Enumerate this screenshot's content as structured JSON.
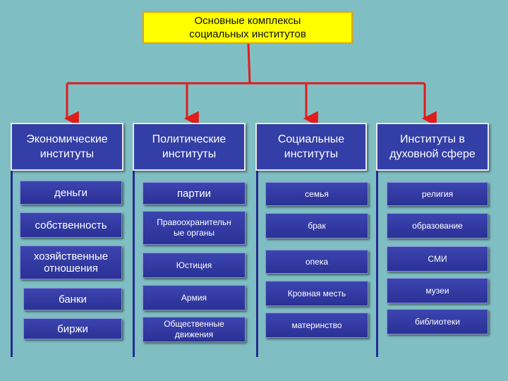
{
  "root": {
    "line1": "Основные комплексы",
    "line2": "социальных институтов"
  },
  "columns": [
    {
      "header1": "Экономические",
      "header2": "институты",
      "items": [
        {
          "l1": "деньги",
          "l2": ""
        },
        {
          "l1": "собственность",
          "l2": ""
        },
        {
          "l1": "хозяйственные",
          "l2": "отношения"
        },
        {
          "l1": "банки",
          "l2": ""
        },
        {
          "l1": "биржи",
          "l2": ""
        }
      ]
    },
    {
      "header1": "Политические",
      "header2": "институты",
      "items": [
        {
          "l1": "партии",
          "l2": ""
        },
        {
          "l1": "Правоохранительн",
          "l2": "ые органы"
        },
        {
          "l1": "Юстиция",
          "l2": ""
        },
        {
          "l1": "Армия",
          "l2": ""
        },
        {
          "l1": "Общественные",
          "l2": "движения"
        }
      ]
    },
    {
      "header1": "Социальные",
      "header2": "институты",
      "items": [
        {
          "l1": "семья",
          "l2": ""
        },
        {
          "l1": "брак",
          "l2": ""
        },
        {
          "l1": "опека",
          "l2": ""
        },
        {
          "l1": "Кровная месть",
          "l2": ""
        },
        {
          "l1": "материнство",
          "l2": ""
        }
      ]
    },
    {
      "header1": "Институты в",
      "header2": "духовной сфере",
      "items": [
        {
          "l1": "религия",
          "l2": ""
        },
        {
          "l1": "образование",
          "l2": ""
        },
        {
          "l1": "СМИ",
          "l2": ""
        },
        {
          "l1": "музеи",
          "l2": ""
        },
        {
          "l1": "библиотеки",
          "l2": ""
        }
      ]
    }
  ],
  "colors": {
    "background": "#7fbfc4",
    "root_fill": "#ffff00",
    "box_fill": "#333fa6",
    "connector": "#e21b1b"
  }
}
